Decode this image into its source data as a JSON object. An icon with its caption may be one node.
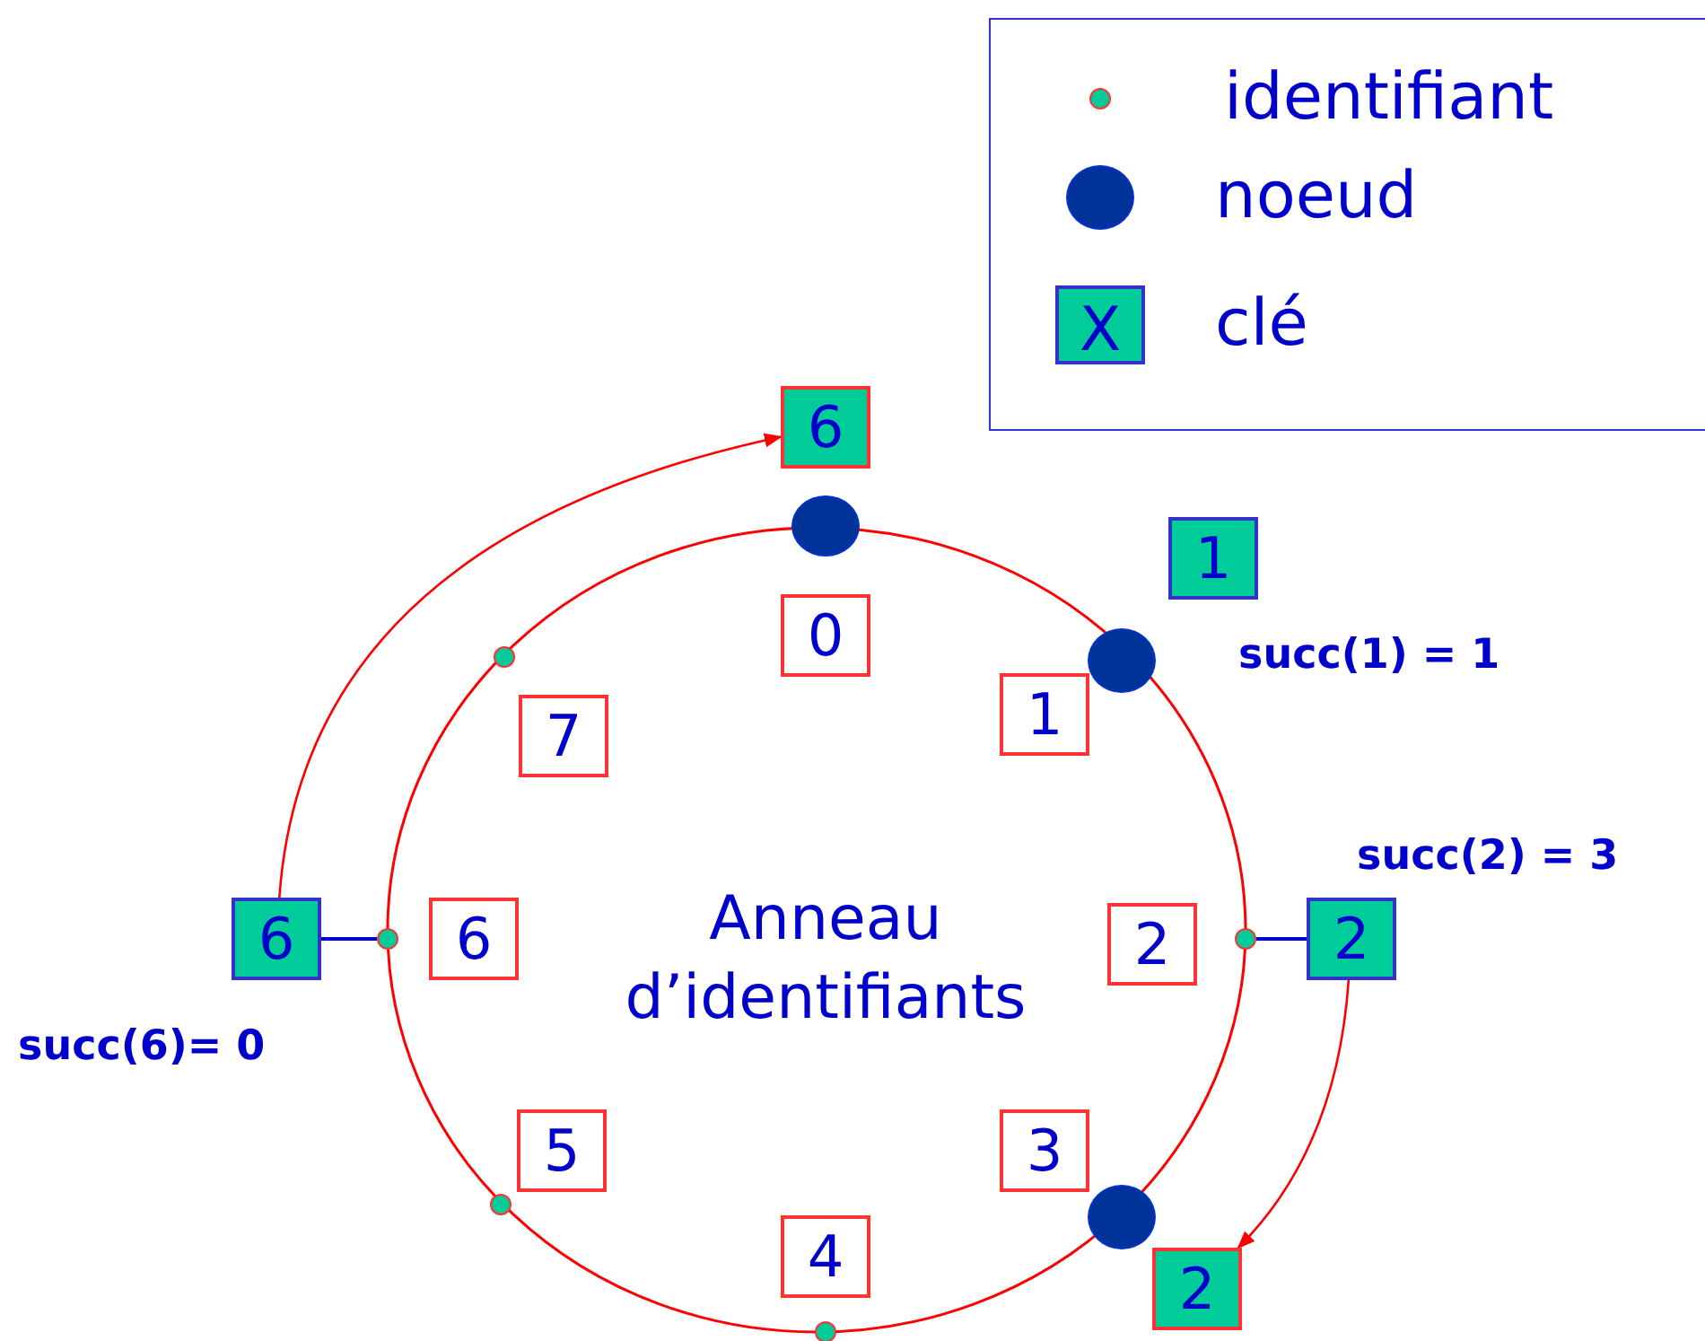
{
  "diagram": {
    "nodes": [
      {
        "text": [
          "6"
        ]
      },
      {
        "text": [],
        "shape": "circle"
      },
      {
        "text": [
          "1"
        ]
      },
      {
        "text": [
          "0"
        ]
      },
      {
        "text": [],
        "shape": "circle"
      },
      {
        "text": [],
        "shape": "circle"
      },
      {
        "text": [
          "7"
        ]
      },
      {
        "text": [
          "1"
        ]
      },
      {
        "text": [],
        "shape": "circle"
      },
      {
        "text": [
          "6"
        ]
      },
      {
        "text": [
          "6"
        ]
      },
      {
        "text": [
          "2"
        ]
      },
      {
        "text": [],
        "shape": "circle"
      },
      {
        "text": [
          "2"
        ]
      },
      {
        "text": [
          "5"
        ]
      },
      {
        "text": [
          "3"
        ]
      },
      {
        "text": [],
        "shape": "circle"
      },
      {
        "text": [],
        "shape": "circle"
      },
      {
        "text": [
          "4"
        ]
      },
      {
        "text": [
          "2"
        ]
      },
      {
        "text": [],
        "shape": "circle"
      }
    ],
    "edges": [
      {
        "from": 12,
        "to": 13,
        "arrow": "none",
        "color": "#0000cc"
      },
      {
        "from": 13,
        "to": 19,
        "arrow": "to",
        "color": "#ff0000"
      },
      {
        "from": 8,
        "to": 9,
        "arrow": "none",
        "color": "#0000cc"
      },
      {
        "from": 9,
        "to": 0,
        "arrow": "to",
        "color": "#ff0000"
      }
    ],
    "labels": [
      "X",
      "succ(1) = 1",
      "succ(2) = 3",
      "Anneau d’identifiants",
      "succ(6)= 0"
    ],
    "legend": [
      {
        "text": "identifiant"
      },
      {
        "text": "noeud"
      },
      {
        "text": "clé"
      }
    ]
  }
}
